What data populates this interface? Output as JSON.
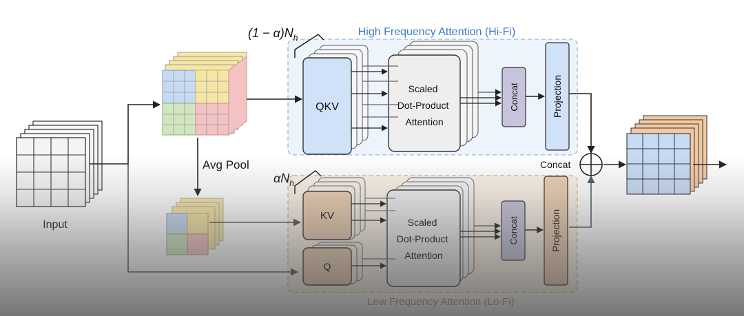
{
  "labels": {
    "input": "Input",
    "avg_pool": "Avg Pool",
    "concat_sum": "Concat",
    "hifi_title": "High Frequency Attention (Hi-Fi)",
    "lofi_title": "Low Frequency Attention (Lo-Fi)",
    "hifi_heads": "(1 − α)N",
    "hifi_heads_sub": "h",
    "lofi_heads": "αN",
    "lofi_heads_sub": "h"
  },
  "hifi": {
    "qkv": "QKV",
    "attention_line1": "Scaled",
    "attention_line2": "Dot-Product",
    "attention_line3": "Attention",
    "concat": "Concat",
    "projection": "Projection"
  },
  "lofi": {
    "kv": "KV",
    "q": "Q",
    "attention_line1": "Scaled",
    "attention_line2": "Dot-Product",
    "attention_line3": "Attention",
    "concat": "Concat",
    "projection": "Projection"
  },
  "colors": {
    "hifi_block": "#cfe2f7",
    "lofi_block": "#e9cdb0",
    "concat_block": "#c8c3dc",
    "attention_block": "#eeeeee",
    "cube_blue": "#c7daf2",
    "cube_yellow": "#f6e6a6",
    "cube_green": "#cfe6bf",
    "cube_red": "#f3c2c2",
    "cube_orange": "#f2c9a2",
    "hifi_title_color": "#3b7bc4",
    "lofi_title_color": "#c98a4e"
  }
}
